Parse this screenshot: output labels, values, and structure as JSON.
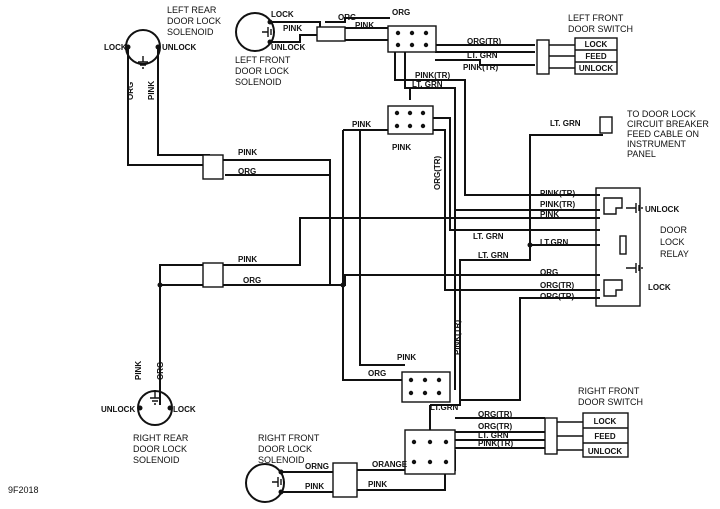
{
  "figure_id": "9F2018",
  "components": {
    "left_rear_solenoid": {
      "title": [
        "LEFT REAR",
        "DOOR LOCK",
        "SOLENOID"
      ],
      "lock": "LOCK",
      "unlock": "UNLOCK"
    },
    "left_front_solenoid": {
      "title": [
        "LEFT FRONT",
        "DOOR LOCK",
        "SOLENOID"
      ],
      "lock": "LOCK",
      "unlock": "UNLOCK"
    },
    "right_rear_solenoid": {
      "title": [
        "RIGHT REAR",
        "DOOR LOCK",
        "SOLENOID"
      ],
      "lock": "LOCK",
      "unlock": "UNLOCK"
    },
    "right_front_solenoid": {
      "title": [
        "RIGHT FRONT",
        "DOOR LOCK",
        "SOLENOID"
      ]
    },
    "left_front_switch": {
      "title": [
        "LEFT FRONT",
        "DOOR SWITCH"
      ],
      "buttons": [
        "LOCK",
        "FEED",
        "UNLOCK"
      ]
    },
    "right_front_switch": {
      "title": [
        "RIGHT FRONT",
        "DOOR SWITCH"
      ],
      "buttons": [
        "LOCK",
        "FEED",
        "UNLOCK"
      ]
    },
    "relay": {
      "title": [
        "DOOR",
        "LOCK",
        "RELAY"
      ],
      "unlock": "UNLOCK",
      "lock": "LOCK"
    },
    "breaker": {
      "title": [
        "TO DOOR LOCK",
        "CIRCUIT BREAKER",
        "FEED CABLE ON",
        "INSTRUMENT",
        "PANEL"
      ]
    }
  },
  "wire_labels": {
    "lf_org": "ORG",
    "lf_pink": "PINK",
    "lr_org": "ORG",
    "lr_pink": "PINK",
    "sw_org_tr": "ORG(TR)",
    "sw_lt_grn": "LT. GRN",
    "sw_pink_tr": "PINK(TR)",
    "top_pink_tr": "PINK(TR)",
    "top_lt_grn": "LT. GRN",
    "ltgrn_breaker": "LT. GRN",
    "upper_pink": "PINK",
    "upper_org": "ORG",
    "left_org": "ORG",
    "center_pink": "PINK",
    "org_tr_v": "ORG(TR)",
    "relay_pink_tr_1": "PINK(TR)",
    "relay_pink_tr_2": "PINK(TR)",
    "relay_pink": "PINK",
    "relay_ltgrn_1": "LT. GRN",
    "relay_ltgrn_2": "LT.GRN",
    "relay_ltgrn_3": "LT. GRN",
    "relay_org": "ORG",
    "relay_org_tr_1": "ORG(TR)",
    "relay_org_tr_2": "ORG(TR)",
    "lower_pink": "PINK",
    "lower_org": "ORG",
    "rr_pink": "PINK",
    "rr_org": "ORG",
    "pink_tr_v": "PINK(TR)",
    "bot_pink": "PINK",
    "bot_org": "ORG",
    "bot_ltgrn": "LT.GRN",
    "rsw_org_tr": "ORG(TR)",
    "rsw_org_tr_2": "ORG(TR)",
    "rsw_lt_grn": "LT. GRN",
    "rsw_pink_tr": "PINK(TR)",
    "rf_orng": "ORNG",
    "rf_orange": "ORANGE",
    "rf_pink_1": "PINK",
    "rf_pink_2": "PINK"
  }
}
